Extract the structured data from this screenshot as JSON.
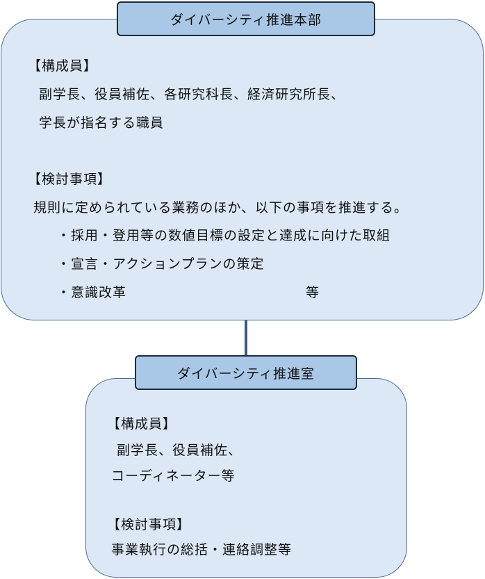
{
  "headquarters": {
    "title": "ダイバーシティ推進本部",
    "members_heading": "【構成員】",
    "members_line1": "副学長、役員補佐、各研究科長、経済研究所長、",
    "members_line2": "学長が指名する職員",
    "matters_heading": "【検討事項】",
    "matters_intro": "規則に定められている業務のほか、以下の事項を推進する。",
    "matters_items": [
      "・採用・登用等の数値目標の設定と達成に向けた取組",
      "・宣言・アクションプランの策定",
      "・意識改革"
    ],
    "matters_suffix": "等"
  },
  "office": {
    "title": "ダイバーシティ推進室",
    "members_heading": "【構成員】",
    "members_line1": "副学長、役員補佐、",
    "members_line2": "コーディネーター等",
    "matters_heading": "【検討事項】",
    "matters_text": "事業執行の総括・連絡調整等"
  }
}
